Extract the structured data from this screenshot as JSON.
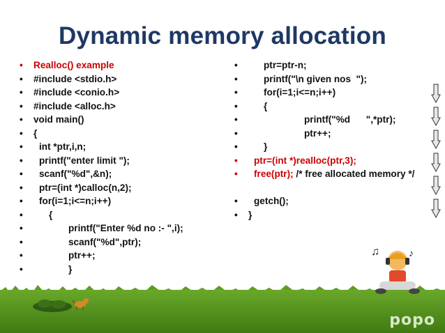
{
  "slide": {
    "title": "Dynamic memory allocation",
    "bullet_char": "•",
    "left_lines": [
      {
        "indent": 0,
        "text": "Realloc() example",
        "color": "red"
      },
      {
        "indent": 0,
        "text": "#include <stdio.h>",
        "color": "black"
      },
      {
        "indent": 0,
        "text": "#include <conio.h>",
        "color": "black"
      },
      {
        "indent": 0,
        "text": "#include <alloc.h>",
        "color": "black"
      },
      {
        "indent": 0,
        "text": "void main()",
        "color": "black"
      },
      {
        "indent": 0,
        "text": "{",
        "color": "black"
      },
      {
        "indent": 1,
        "text": "int *ptr,i,n;",
        "color": "black"
      },
      {
        "indent": 1,
        "text": "printf(\"enter limit \");",
        "color": "black"
      },
      {
        "indent": 1,
        "text": "scanf(\"%d\",&n);",
        "color": "black"
      },
      {
        "indent": 1,
        "text": "ptr=(int *)calloc(n,2);",
        "color": "black"
      },
      {
        "indent": 1,
        "text": "for(i=1;i<=n;i++)",
        "color": "black"
      },
      {
        "indent": 2,
        "text": "{",
        "color": "black"
      },
      {
        "indent": 3,
        "text": "printf(\"Enter %d no :- \",i);",
        "color": "black"
      },
      {
        "indent": 3,
        "text": "scanf(\"%d\",ptr);",
        "color": "black"
      },
      {
        "indent": 3,
        "text": "ptr++;",
        "color": "black"
      },
      {
        "indent": 3,
        "text": "}",
        "color": "black"
      }
    ],
    "right_lines": [
      {
        "indent": 2,
        "text": "ptr=ptr-n;",
        "color": "black"
      },
      {
        "indent": 2,
        "text": "printf(\"\\n given nos  \");",
        "color": "black"
      },
      {
        "indent": 2,
        "text": "for(i=1;i<=n;i++)",
        "color": "black"
      },
      {
        "indent": 2,
        "text": "{",
        "color": "black"
      },
      {
        "indent": 4,
        "text": "printf(\"%d      \",*ptr);",
        "color": "black"
      },
      {
        "indent": 4,
        "text": "ptr++;",
        "color": "black"
      },
      {
        "indent": 2,
        "text": "}",
        "color": "black"
      },
      {
        "indent": 1,
        "text": "ptr=(int *)realloc(ptr,3);",
        "color": "red"
      },
      {
        "indent": 1,
        "text": "free(ptr);",
        "text2": " /* free allocated memory */",
        "color": "red",
        "tall": true
      },
      {
        "indent": 1,
        "text": "getch();",
        "color": "black"
      },
      {
        "indent": 0,
        "text": "}",
        "color": "black"
      }
    ],
    "brand": "popo"
  }
}
